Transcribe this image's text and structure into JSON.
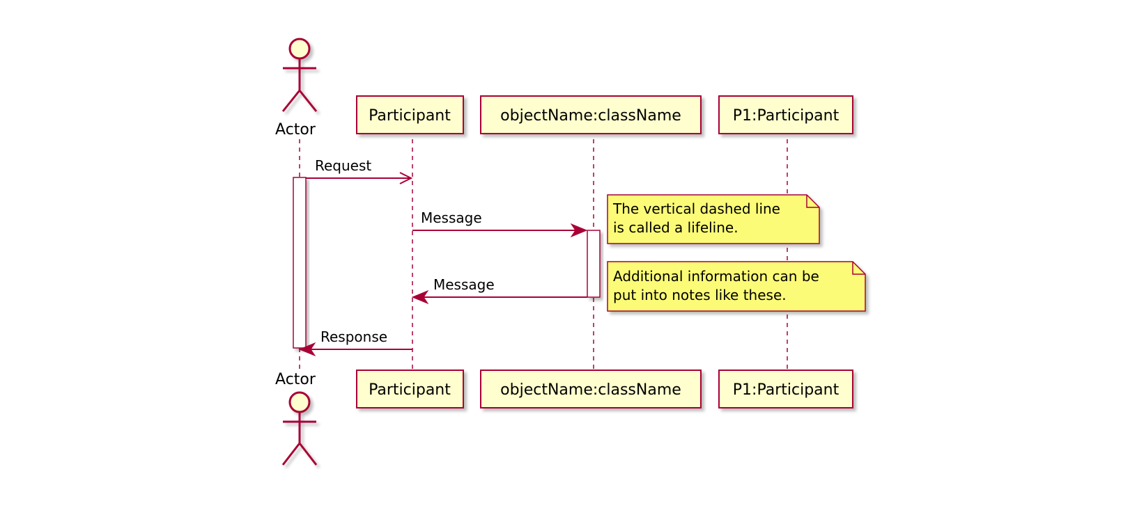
{
  "colors": {
    "border": "#A80036",
    "participant_fill": "#FEFECE",
    "note_fill": "#FBFB77",
    "activation_fill": "#FFFFFF",
    "shadow": "#D9D9D9",
    "background": "#FFFFFF"
  },
  "participants": [
    {
      "id": "actor",
      "label": "Actor",
      "kind": "actor",
      "icon": "stick-figure-icon"
    },
    {
      "id": "participant",
      "label": "Participant",
      "kind": "box"
    },
    {
      "id": "object",
      "label": "objectName:className",
      "kind": "box"
    },
    {
      "id": "p1",
      "label": "P1:Participant",
      "kind": "box"
    }
  ],
  "messages": [
    {
      "from": "actor",
      "to": "participant",
      "label": "Request",
      "style": "solid",
      "arrow": "open"
    },
    {
      "from": "participant",
      "to": "object",
      "label": "Message",
      "style": "solid",
      "arrow": "filled"
    },
    {
      "from": "object",
      "to": "participant",
      "label": "Message",
      "style": "solid",
      "arrow": "filled"
    },
    {
      "from": "participant",
      "to": "actor",
      "label": "Response",
      "style": "solid",
      "arrow": "filled"
    }
  ],
  "notes": [
    {
      "lines": [
        "The vertical dashed line",
        "is called a lifeline."
      ]
    },
    {
      "lines": [
        "Additional information can be",
        "put into notes like these."
      ]
    }
  ]
}
